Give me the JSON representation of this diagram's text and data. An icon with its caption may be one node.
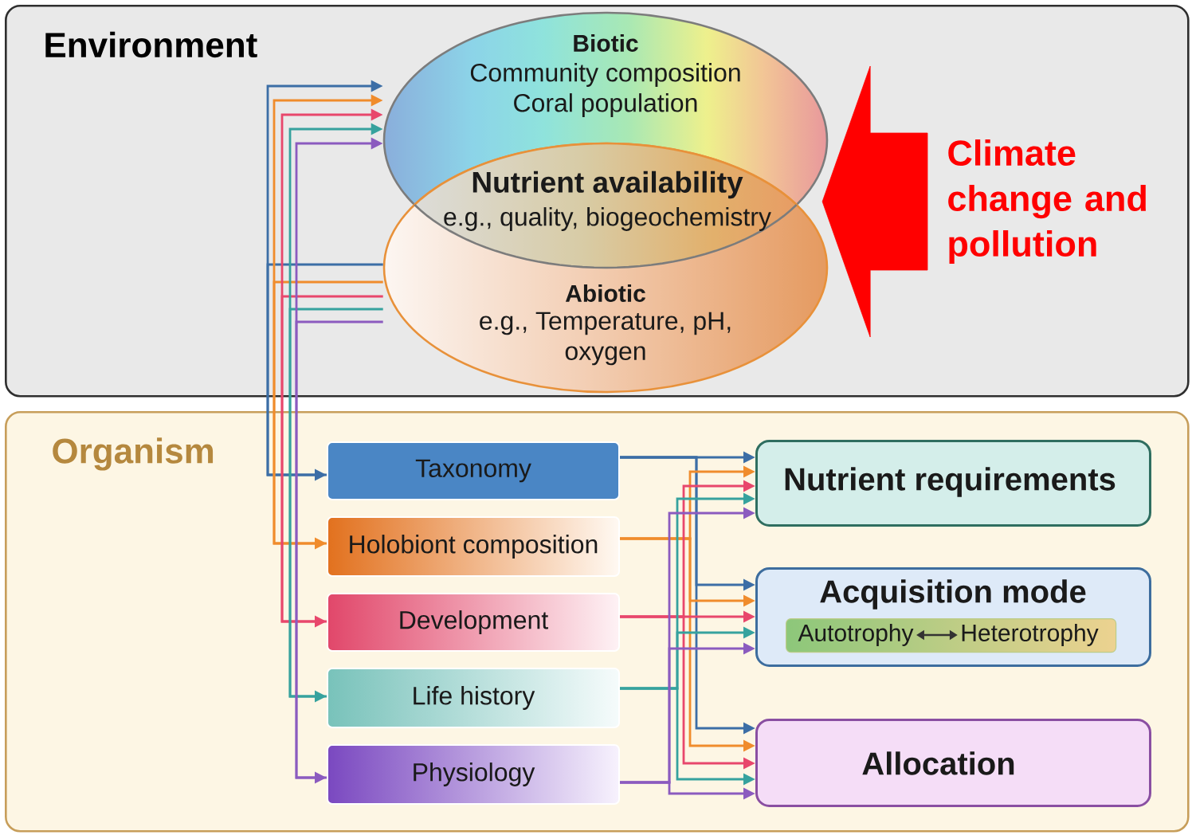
{
  "diagram": {
    "nodes": [
      {
        "text": [
          "Environment"
        ]
      },
      {
        "text": [
          "Biotic",
          "Community composition Coral population"
        ],
        "in": 0
      },
      {
        "text": [
          "Nutrient availability",
          "e.g., quality, biogeochemistry"
        ]
      },
      {
        "text": [
          "Abiotic",
          "e.g., Temperature, pH, oxygen"
        ],
        "in": 0
      },
      {
        "text": [
          "Climate change and pollution"
        ],
        "in": 0
      },
      {
        "text": [
          "Organism"
        ]
      },
      {
        "text": [
          "Taxonomy"
        ],
        "in": 5
      },
      {
        "text": [
          "Holobiont composition"
        ],
        "in": 5
      },
      {
        "text": [
          "Development"
        ],
        "in": 5
      },
      {
        "text": [
          "Life history"
        ],
        "in": 5
      },
      {
        "text": [
          "Physiology"
        ],
        "in": 5
      },
      {
        "text": [
          "Nutrient requirements"
        ],
        "in": 5
      },
      {
        "text": [
          "Acquisition mode"
        ],
        "in": 5
      },
      {
        "text": [],
        "shape": "bar",
        "in": 12
      },
      {
        "text": [
          "Autotrophy"
        ],
        "in": 13
      },
      {
        "text": [
          "Heterotrophy"
        ],
        "in": 13
      },
      {
        "text": [
          "Allocation"
        ],
        "in": 5
      }
    ],
    "edges": [
      {
        "from": 3,
        "to": 6,
        "arrow": "to",
        "color": "#3c6ea6"
      },
      {
        "from": 6,
        "to": 1,
        "arrow": "to",
        "color": "#3c6ea6"
      },
      {
        "from": 3,
        "to": 7,
        "arrow": "to",
        "color": "#f08c2c"
      },
      {
        "from": 7,
        "to": 1,
        "arrow": "to",
        "color": "#f08c2c"
      },
      {
        "from": 3,
        "to": 8,
        "arrow": "to",
        "color": "#e8476c"
      },
      {
        "from": 8,
        "to": 1,
        "arrow": "to",
        "color": "#e8476c"
      },
      {
        "from": 3,
        "to": 9,
        "arrow": "to",
        "color": "#36a29e"
      },
      {
        "from": 9,
        "to": 1,
        "arrow": "to",
        "color": "#36a29e"
      },
      {
        "from": 3,
        "to": 10,
        "arrow": "to",
        "color": "#8b5bbf"
      },
      {
        "from": 10,
        "to": 1,
        "arrow": "to",
        "color": "#8b5bbf"
      },
      {
        "from": 6,
        "to": 11,
        "arrow": "to",
        "color": "#3c6ea6"
      },
      {
        "from": 6,
        "to": 12,
        "arrow": "to",
        "color": "#3c6ea6"
      },
      {
        "from": 6,
        "to": 16,
        "arrow": "to",
        "color": "#3c6ea6"
      },
      {
        "from": 7,
        "to": 11,
        "arrow": "to",
        "color": "#f08c2c"
      },
      {
        "from": 7,
        "to": 12,
        "arrow": "to",
        "color": "#f08c2c"
      },
      {
        "from": 7,
        "to": 16,
        "arrow": "to",
        "color": "#f08c2c"
      },
      {
        "from": 8,
        "to": 11,
        "arrow": "to",
        "color": "#e8476c"
      },
      {
        "from": 8,
        "to": 12,
        "arrow": "to",
        "color": "#e8476c"
      },
      {
        "from": 8,
        "to": 16,
        "arrow": "to",
        "color": "#e8476c"
      },
      {
        "from": 9,
        "to": 11,
        "arrow": "to",
        "color": "#36a29e"
      },
      {
        "from": 9,
        "to": 12,
        "arrow": "to",
        "color": "#36a29e"
      },
      {
        "from": 9,
        "to": 16,
        "arrow": "to",
        "color": "#36a29e"
      },
      {
        "from": 10,
        "to": 11,
        "arrow": "to",
        "color": "#8b5bbf"
      },
      {
        "from": 10,
        "to": 12,
        "arrow": "to",
        "color": "#8b5bbf"
      },
      {
        "from": 10,
        "to": 16,
        "arrow": "to",
        "color": "#8b5bbf"
      },
      {
        "from": 4,
        "to": 2,
        "arrow": "to",
        "style": "thick",
        "color": "#ff0000"
      },
      {
        "from": 14,
        "to": 15,
        "arrow": "both",
        "color": "#333333"
      }
    ]
  }
}
